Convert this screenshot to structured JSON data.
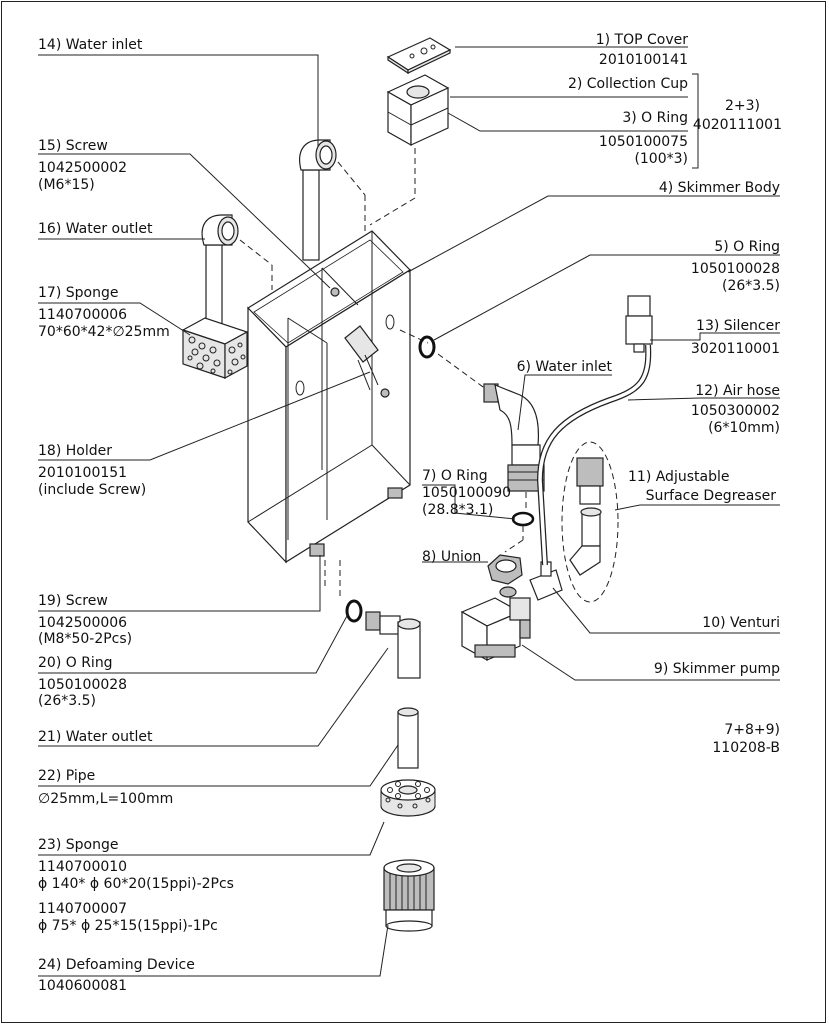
{
  "labels": {
    "p1": {
      "title": "1) TOP Cover",
      "code": "2010100141"
    },
    "p2": {
      "title": "2) Collection Cup"
    },
    "p3": {
      "title": "3) O Ring",
      "code": "1050100075",
      "spec": "(100*3)"
    },
    "group23": {
      "title": "2+3)",
      "code": "4020111001"
    },
    "p4": {
      "title": "4) Skimmer Body"
    },
    "p5": {
      "title": "5) O Ring",
      "code": "1050100028",
      "spec": "(26*3.5)"
    },
    "p6": {
      "title": "6) Water inlet"
    },
    "p7": {
      "title": "7) O Ring",
      "code": "1050100090",
      "spec": "(28.8*3.1)"
    },
    "p8": {
      "title": "8) Union"
    },
    "p9": {
      "title": "9) Skimmer pump"
    },
    "p10": {
      "title": "10) Venturi"
    },
    "p11": {
      "title": "11) Adjustable",
      "title2": "Surface Degreaser"
    },
    "p12": {
      "title": "12) Air hose",
      "code": "1050300002",
      "spec": "(6*10mm)"
    },
    "p13": {
      "title": "13) Silencer",
      "code": "3020110001"
    },
    "p14": {
      "title": "14) Water inlet"
    },
    "p15": {
      "title": "15) Screw",
      "code": "1042500002",
      "spec": "(M6*15)"
    },
    "p16": {
      "title": "16) Water outlet"
    },
    "p17": {
      "title": "17) Sponge",
      "code": "1140700006",
      "spec": "70*60*42*∅25mm"
    },
    "p18": {
      "title": "18) Holder",
      "code": "2010100151",
      "spec": "(include Screw)"
    },
    "p19": {
      "title": "19) Screw",
      "code": "1042500006",
      "spec": "(M8*50-2Pcs)"
    },
    "p20": {
      "title": "20) O Ring",
      "code": "1050100028",
      "spec": "(26*3.5)"
    },
    "p21": {
      "title": "21) Water outlet"
    },
    "p22": {
      "title": "22) Pipe",
      "spec": "∅25mm,L=100mm"
    },
    "p23": {
      "title": "23) Sponge",
      "code": "1140700010",
      "spec": "ϕ 140* ϕ 60*20(15ppi)-2Pcs",
      "code2": "1140700007",
      "spec2": "ϕ 75* ϕ 25*15(15ppi)-1Pc"
    },
    "p24": {
      "title": "24) Defoaming Device",
      "code": "1040600081"
    },
    "group789": {
      "title": "7+8+9)",
      "code": "110208-B"
    }
  }
}
